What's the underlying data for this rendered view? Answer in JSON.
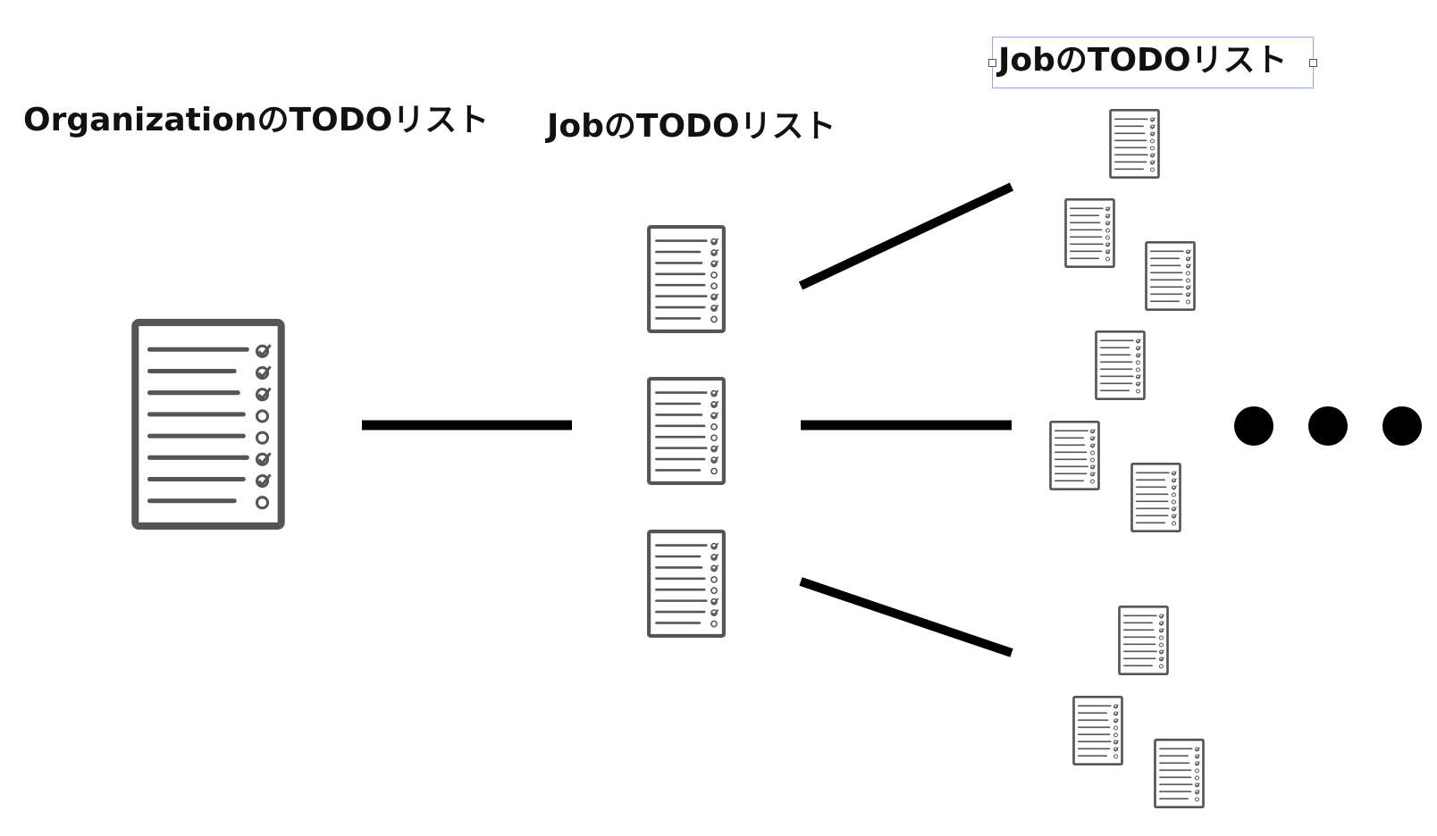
{
  "labels": {
    "organization_list": "OrganizationのTODOリスト",
    "job_list": "JobのTODOリスト",
    "job_list_selected": "JobのTODOリスト"
  },
  "icon": "checklist-document-icon",
  "colors": {
    "icon_stroke": "#555555",
    "connector": "#000000",
    "selection_border": "#8fa8e8"
  },
  "ellipsis_dots": 3
}
